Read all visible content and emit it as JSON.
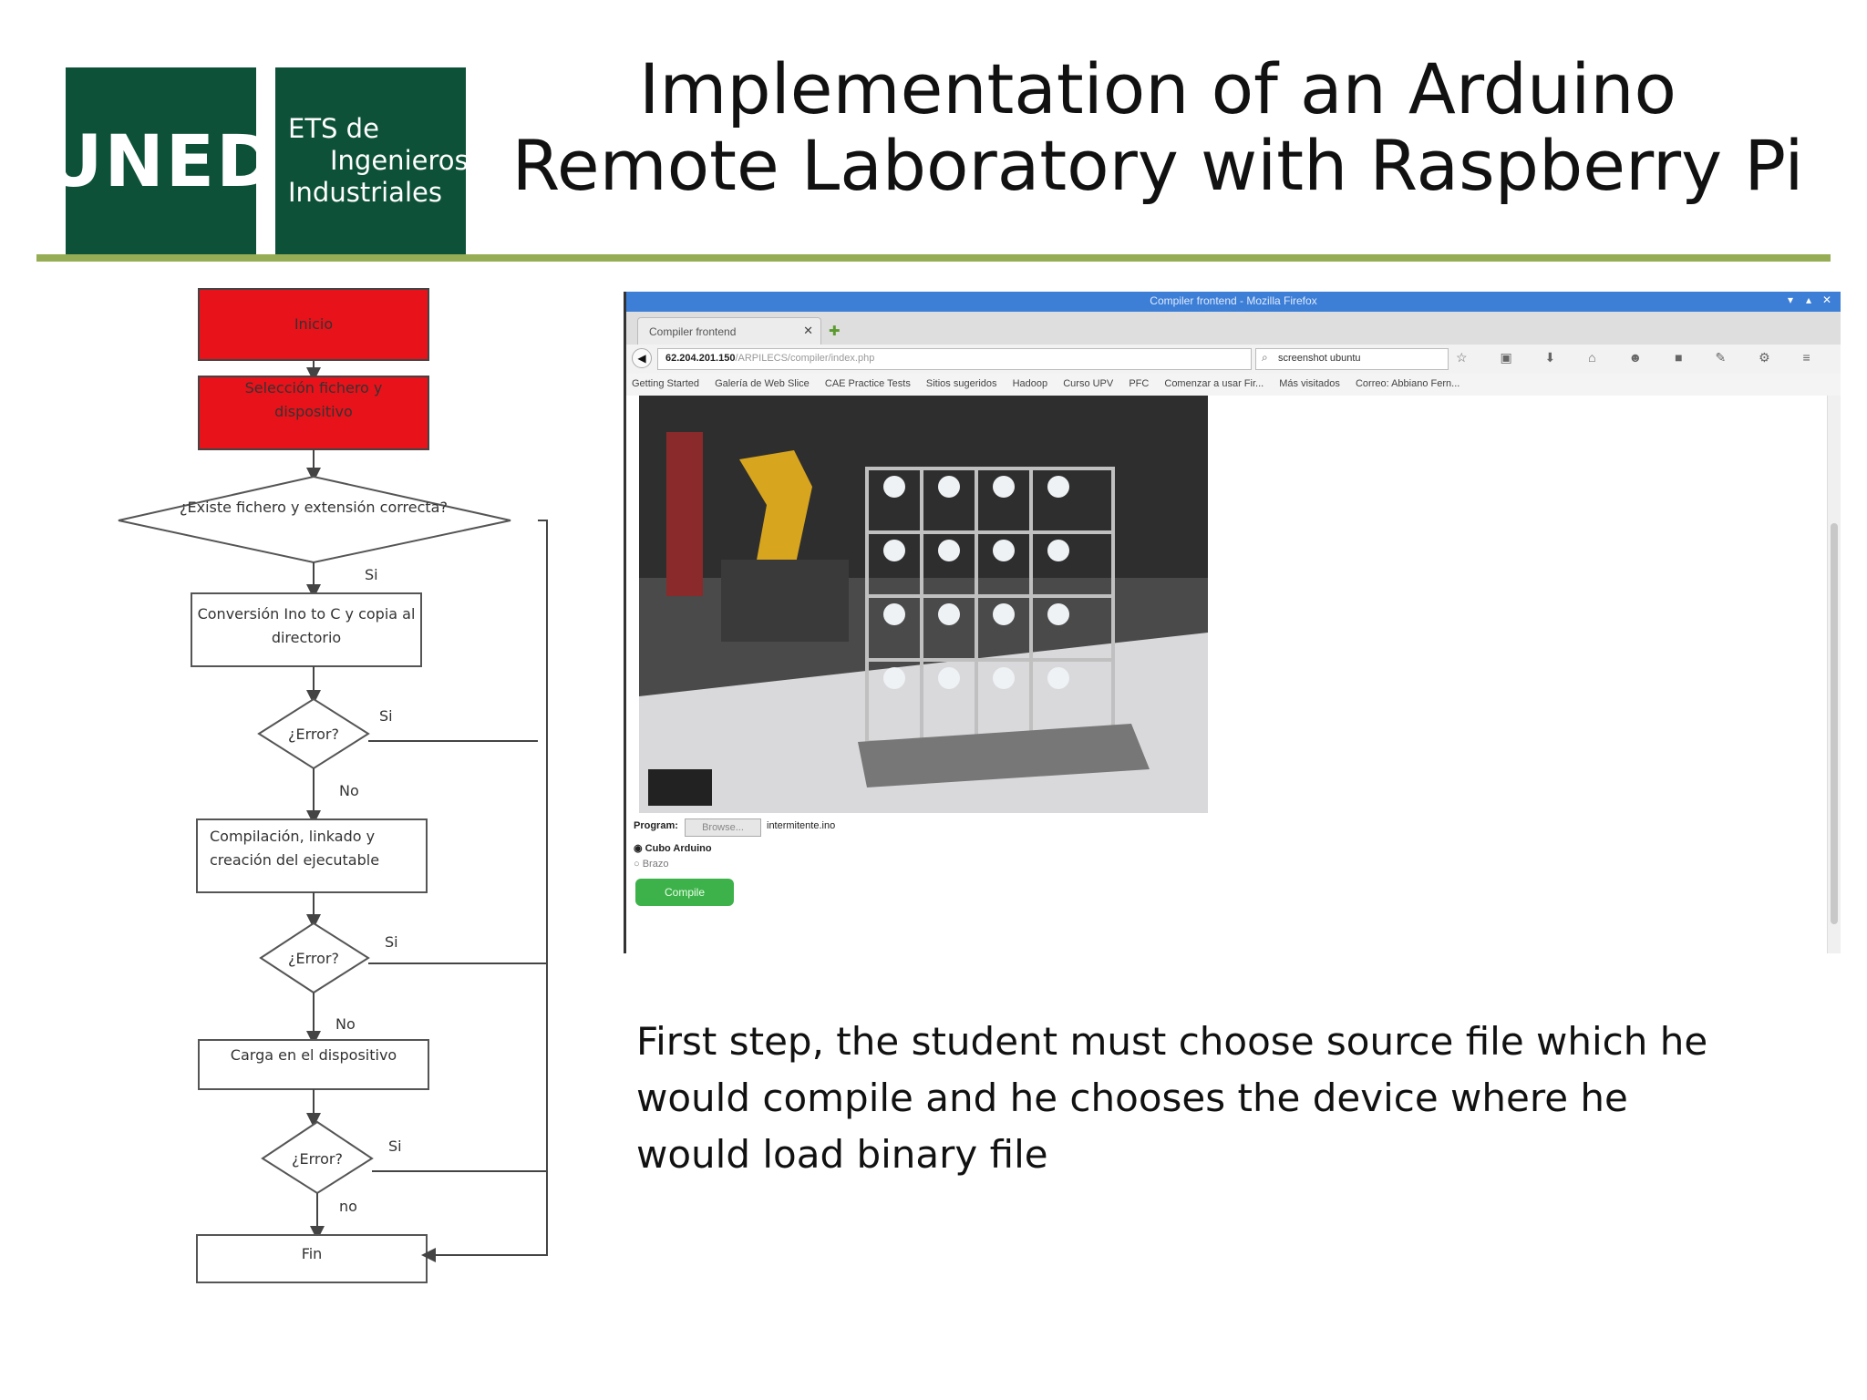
{
  "logos": {
    "uned": "UNED",
    "ets": [
      "ETS de",
      "Ingenieros",
      "Industriales"
    ]
  },
  "title": {
    "line1": "Implementation of an Arduino",
    "line2": "Remote Laboratory with Raspberry Pi"
  },
  "colors": {
    "logo_green": "#0d5238",
    "rule_green": "#96ad55",
    "flow_red": "#e8121a",
    "compile_green": "#3eb24a",
    "titlebar_blue": "#3d7fd6"
  },
  "flowchart": {
    "start": "Inicio",
    "select": [
      "Selección fichero y",
      "dispositivo"
    ],
    "check_file": "¿Existe fichero y extensión correcta?",
    "yes": "Si",
    "no": "No",
    "no_lower": "no",
    "conversion": [
      "Conversión Ino to C y copia al",
      "directorio"
    ],
    "error": "¿Error?",
    "compilation": [
      "Compilación, linkado y",
      "creación del ejecutable"
    ],
    "load": "Carga en el dispositivo",
    "end": "Fin"
  },
  "browser": {
    "window_title": "Compiler frontend - Mozilla Firefox",
    "tab_label": "Compiler frontend",
    "url_host": "62.204.201.150",
    "url_path": "/ARPILECS/compiler/index.php",
    "search_value": "screenshot ubuntu",
    "bookmarks": [
      "Getting Started",
      "Galería de Web Slice",
      "CAE Practice Tests",
      "Sitios sugeridos",
      "Hadoop",
      "Curso UPV",
      "PFC",
      "Comenzar a usar Fir...",
      "Más visitados",
      "Correo: Abbiano Fern..."
    ],
    "form": {
      "program_label": "Program:",
      "browse_label": "Browse...",
      "file_name": "intermitente.ino",
      "option1": "Cubo Arduino",
      "option2": "Brazo",
      "compile_label": "Compile"
    }
  },
  "caption": "First step, the student must choose source file which he would compile and he chooses the device where he would load binary file"
}
